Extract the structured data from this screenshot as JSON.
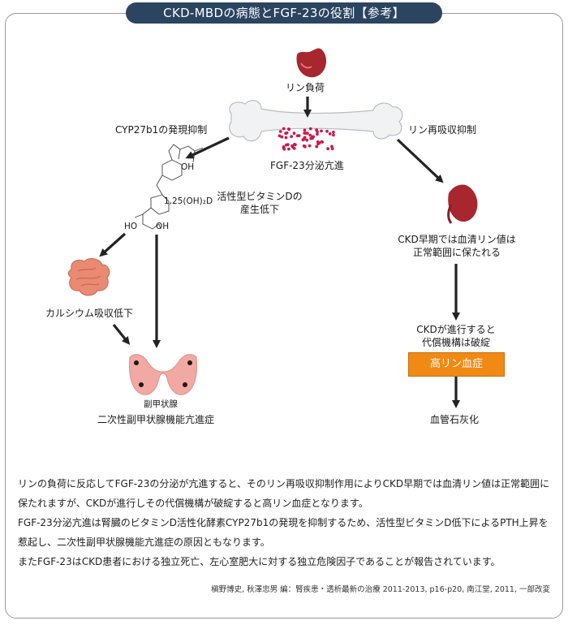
{
  "title": "CKD-MBDの病態とFGF-23の役割【参考】",
  "labels": {
    "phosphate_load": "リン負荷",
    "cyp_suppression": "CYP27b1の発現抑制",
    "reabsorption_suppression": "リン再吸収抑制",
    "fgf23": "FGF-23分泌亢進",
    "vitd_formula": "1,25(OH)₂D",
    "ho": "HO",
    "oh_bottom": "OH",
    "oh_top": "OH",
    "vitd_decrease_line1": "活性型ビタミンDの",
    "vitd_decrease_line2": "産生低下",
    "ckd_early_line1": "CKD早期では血清リン値は",
    "ckd_early_line2": "正常範囲に保たれる",
    "calcium": "カルシウム吸収低下",
    "ckd_progress_line1": "CKDが進行すると",
    "ckd_progress_line2": "代償機構は破綻",
    "hyperphosphatemia": "高リン血症",
    "parathyroid": "副甲状腺",
    "secondary_hpt": "二次性副甲状腺機能亢進症",
    "vascular_calcification": "血管石灰化"
  },
  "paragraphs": [
    "リンの負荷に反応してFGF-23の分泌が亢進すると、そのリン再吸収抑制作用によりCKD早期では血清リン値は正常範囲に保たれますが、CKDが進行しその代償機構が破綻すると高リン血症となります。",
    "FGF-23分泌亢進は腎臓のビタミンD活性化酵素CYP27b1の発現を抑制するため、活性型ビタミンD低下によるPTH上昇を惹起し、二次性副甲状腺機能亢進症の原因ともなります。",
    "またFGF-23はCKD患者における独立死亡、左心室肥大に対する独立危険因子であることが報告されています。"
  ],
  "source": "槇野博史, 秋澤忠男 編：腎疾患・透析最新の治療 2011-2013, p16-p20, 南江堂, 2011, 一部改変",
  "colors": {
    "title_bg": "#2b4460",
    "kidney": "#a8262e",
    "bone": "#f1f2f4",
    "dots": "#cc1b4c",
    "orange_box": "#f08a14",
    "arrow": "#222222",
    "thyroid": "#f2a9a3",
    "intestine": "#ea8a72"
  },
  "icons": [
    "kidney-icon",
    "bone-icon",
    "vitamin-d-molecule-icon",
    "intestine-icon",
    "thyroid-icon"
  ]
}
